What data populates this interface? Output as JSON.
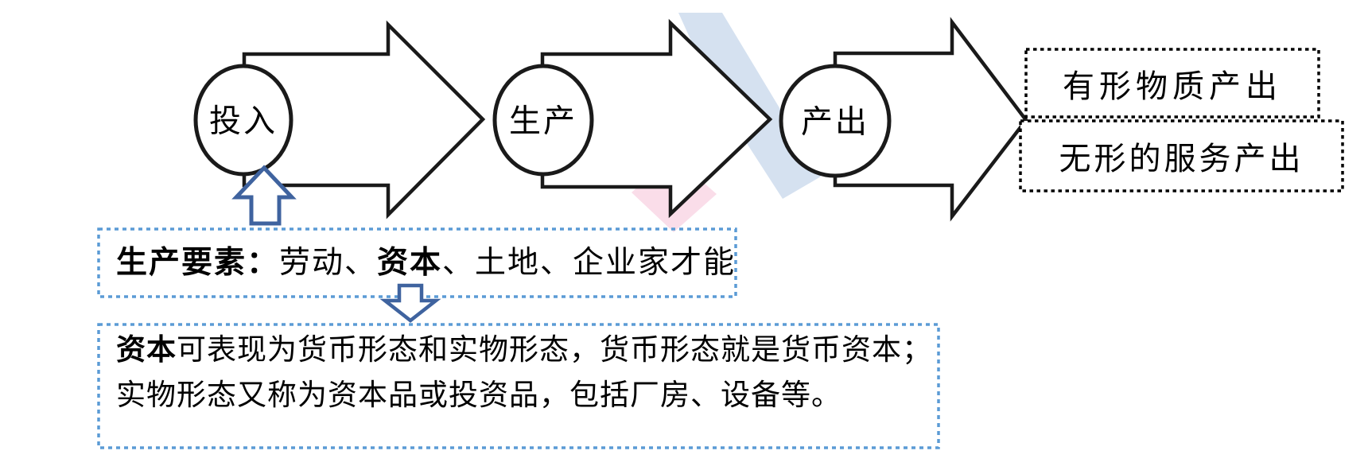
{
  "diagram": {
    "title_hint": "production process flow",
    "nodes": [
      {
        "label": "投入"
      },
      {
        "label": "生产"
      },
      {
        "label": "产出"
      }
    ],
    "outputs": [
      {
        "label": "有形物质产出"
      },
      {
        "label": "无形的服务产出"
      }
    ],
    "factor_box": {
      "segments": [
        {
          "text": "生产要素：",
          "bold": true
        },
        {
          "text": "劳动、",
          "bold": false
        },
        {
          "text": "资本",
          "bold": true
        },
        {
          "text": "、土地、企业家才能",
          "bold": false
        }
      ]
    },
    "capital_box": {
      "line1_segments": [
        {
          "text": "资本",
          "bold": true
        },
        {
          "text": "可表现为货币形态和实物形态，货币形态就是货币资本；",
          "bold": false
        }
      ],
      "line2": "实物形态又称为资本品或投资品，包括厂房、设备等。"
    }
  },
  "colors": {
    "black_outline": "#1a1a1a",
    "blue_arrow": "#3f639f",
    "blue_dotted_border": "#5b9bd5",
    "black_dotted_border": "#000000",
    "watermark_blue": "#d5e1f0",
    "watermark_pink": "#fadde9",
    "background": "#ffffff"
  }
}
